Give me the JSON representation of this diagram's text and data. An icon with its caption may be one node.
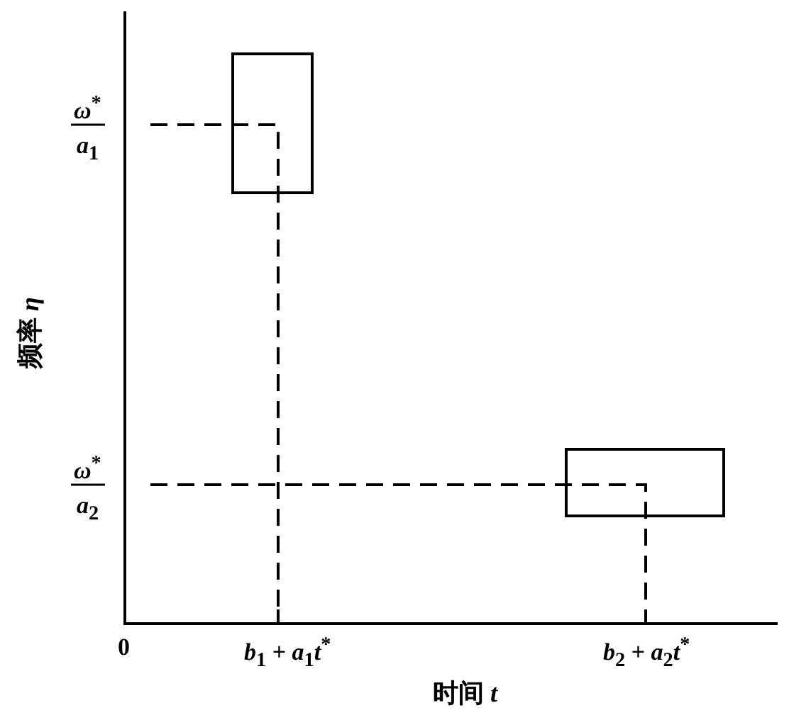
{
  "diagram": {
    "labels": [
      "*ω*$^{*}$",
      "*a*$_{1}$",
      "频率 *η*",
      "*ω*$^{*}$",
      "*a*$_{2}$",
      "0",
      "*b*$_{1}$ + *a*$_{1}$*t*$^{*}$",
      "*b*$_{2}$ + *a*$_{2}$*t*$^{*}$",
      "时间 *t*"
    ]
  }
}
